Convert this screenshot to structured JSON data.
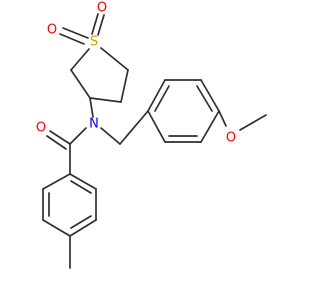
{
  "molecule": {
    "atoms": [
      {
        "id": "s1",
        "label": "S",
        "color": "#c8a400"
      },
      {
        "id": "o1",
        "label": "O",
        "color": "#ff0000"
      },
      {
        "id": "o2",
        "label": "O",
        "color": "#ff0000"
      },
      {
        "id": "n1",
        "label": "N",
        "color": "#0000ff"
      },
      {
        "id": "o3",
        "label": "O",
        "color": "#ff0000"
      },
      {
        "id": "o4",
        "label": "O",
        "color": "#ff0000"
      }
    ],
    "bond_color": "#2f2f2f"
  }
}
